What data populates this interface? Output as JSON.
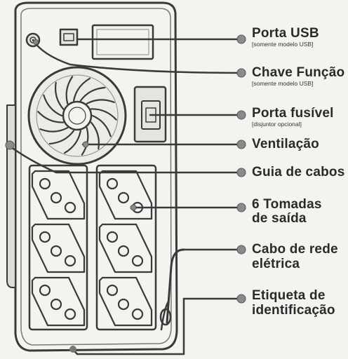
{
  "callouts": [
    {
      "id": "usb",
      "title": "Porta USB",
      "subtitle": "[somente modelo USB]"
    },
    {
      "id": "func",
      "title": "Chave Função",
      "subtitle": "[somente modelo USB]"
    },
    {
      "id": "fuse",
      "title": "Porta fusível",
      "subtitle": "[disjuntor opcional]"
    },
    {
      "id": "vent",
      "title": "Ventilação",
      "subtitle": ""
    },
    {
      "id": "guide",
      "title": "Guia de cabos",
      "subtitle": ""
    },
    {
      "id": "outlets",
      "title": "6 Tomadas de saída",
      "subtitle": ""
    },
    {
      "id": "cable",
      "title": "Cabo de rede elétrica",
      "subtitle": ""
    },
    {
      "id": "tag",
      "title": "Etiqueta de identificação",
      "subtitle": ""
    }
  ]
}
